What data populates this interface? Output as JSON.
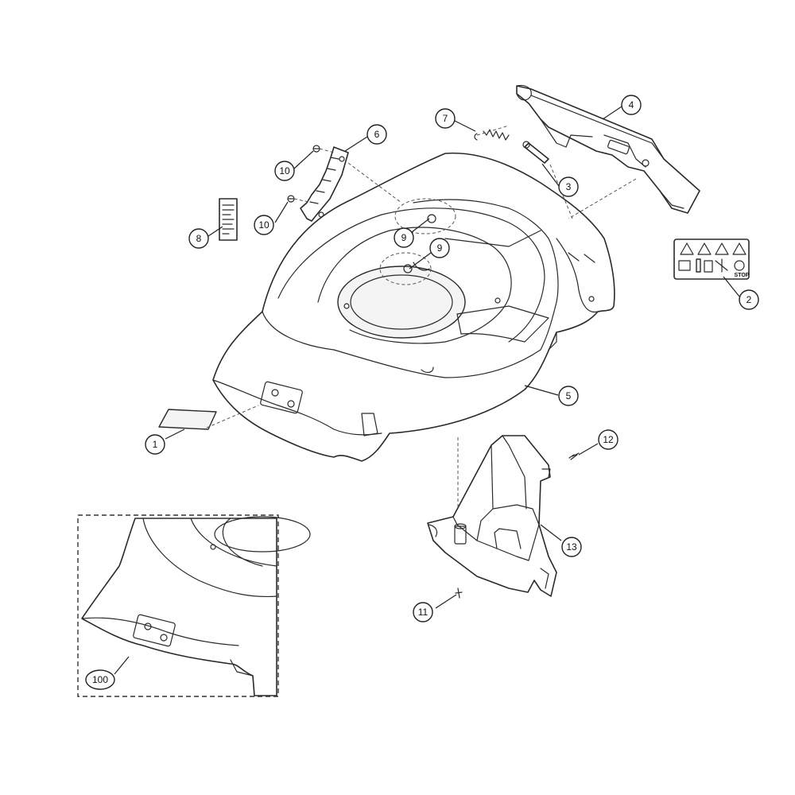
{
  "callouts": [
    {
      "id": "c1",
      "label": "1"
    },
    {
      "id": "c2",
      "label": "2"
    },
    {
      "id": "c3",
      "label": "3"
    },
    {
      "id": "c4",
      "label": "4"
    },
    {
      "id": "c5",
      "label": "5"
    },
    {
      "id": "c6",
      "label": "6"
    },
    {
      "id": "c7",
      "label": "7"
    },
    {
      "id": "c8",
      "label": "8"
    },
    {
      "id": "c9a",
      "label": "9"
    },
    {
      "id": "c9b",
      "label": "9"
    },
    {
      "id": "c10a",
      "label": "10"
    },
    {
      "id": "c10b",
      "label": "10"
    },
    {
      "id": "c11",
      "label": "11"
    },
    {
      "id": "c12",
      "label": "12"
    },
    {
      "id": "c13",
      "label": "13"
    },
    {
      "id": "c100",
      "label": "100"
    }
  ],
  "decal": {
    "stop_text": "STOP"
  }
}
